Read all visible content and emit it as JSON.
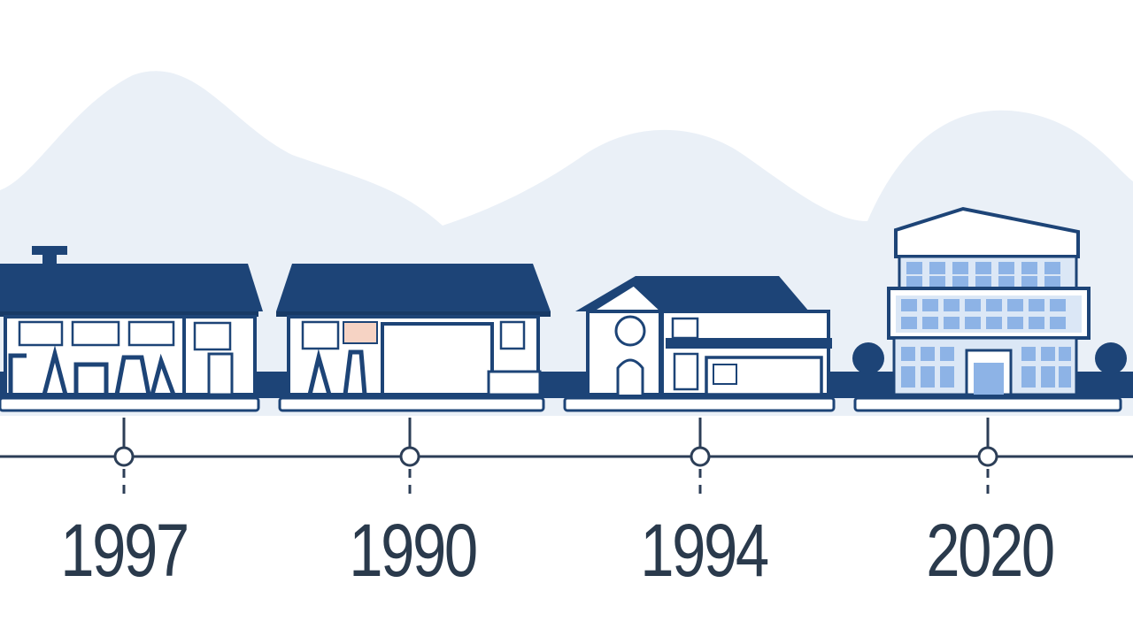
{
  "timeline": {
    "milestones": [
      {
        "year": "1997",
        "building": "workshop"
      },
      {
        "year": "1990",
        "building": "garage-shop"
      },
      {
        "year": "1994",
        "building": "house-with-garage"
      },
      {
        "year": "2020",
        "building": "office-building"
      }
    ]
  },
  "colors": {
    "navy": "#1d4477",
    "navy_dark": "#173a66",
    "mountain": "#eaf0f7",
    "window_blue": "#8db3e6",
    "label_text": "#2a3a4c",
    "axis": "#2c3e57"
  }
}
